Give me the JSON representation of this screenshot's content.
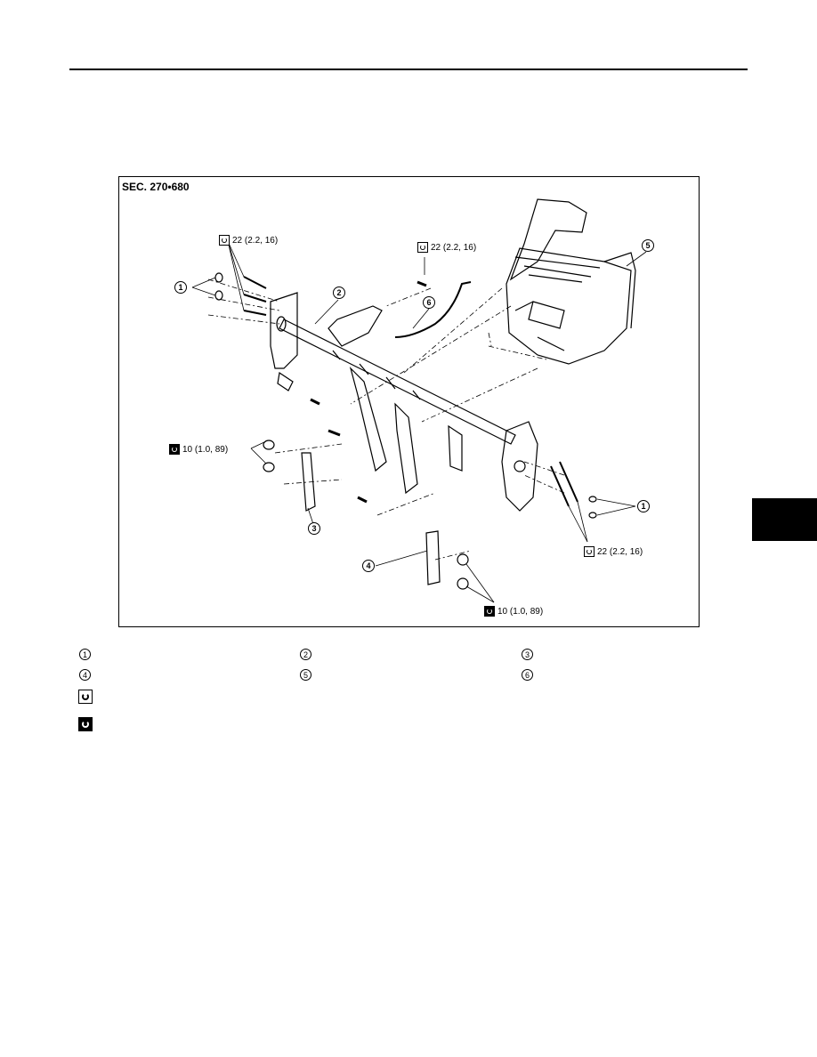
{
  "figure": {
    "section": "SEC. 270•680",
    "torque_callouts": [
      {
        "text": "22 (2.2, 16)",
        "icon": "torque-wrench-icon"
      },
      {
        "text": "22 (2.2, 16)",
        "icon": "torque-wrench-icon"
      },
      {
        "text": "10 (1.0, 89)",
        "icon": "torque-wrench-filled-icon"
      },
      {
        "text": "22 (2.2, 16)",
        "icon": "torque-wrench-icon"
      },
      {
        "text": "10 (1.0, 89)",
        "icon": "torque-wrench-filled-icon"
      }
    ],
    "part_numbers": [
      "1",
      "2",
      "6",
      "5",
      "3",
      "1",
      "4"
    ]
  },
  "legend": {
    "items": [
      {
        "num": "1",
        "label": ""
      },
      {
        "num": "2",
        "label": ""
      },
      {
        "num": "3",
        "label": ""
      },
      {
        "num": "4",
        "label": ""
      },
      {
        "num": "5",
        "label": ""
      },
      {
        "num": "6",
        "label": ""
      }
    ],
    "symbols": [
      {
        "icon": "torque-wrench-icon",
        "label": ""
      },
      {
        "icon": "torque-wrench-filled-icon",
        "label": ""
      }
    ]
  },
  "colors": {
    "ink": "#000000",
    "paper": "#ffffff"
  }
}
